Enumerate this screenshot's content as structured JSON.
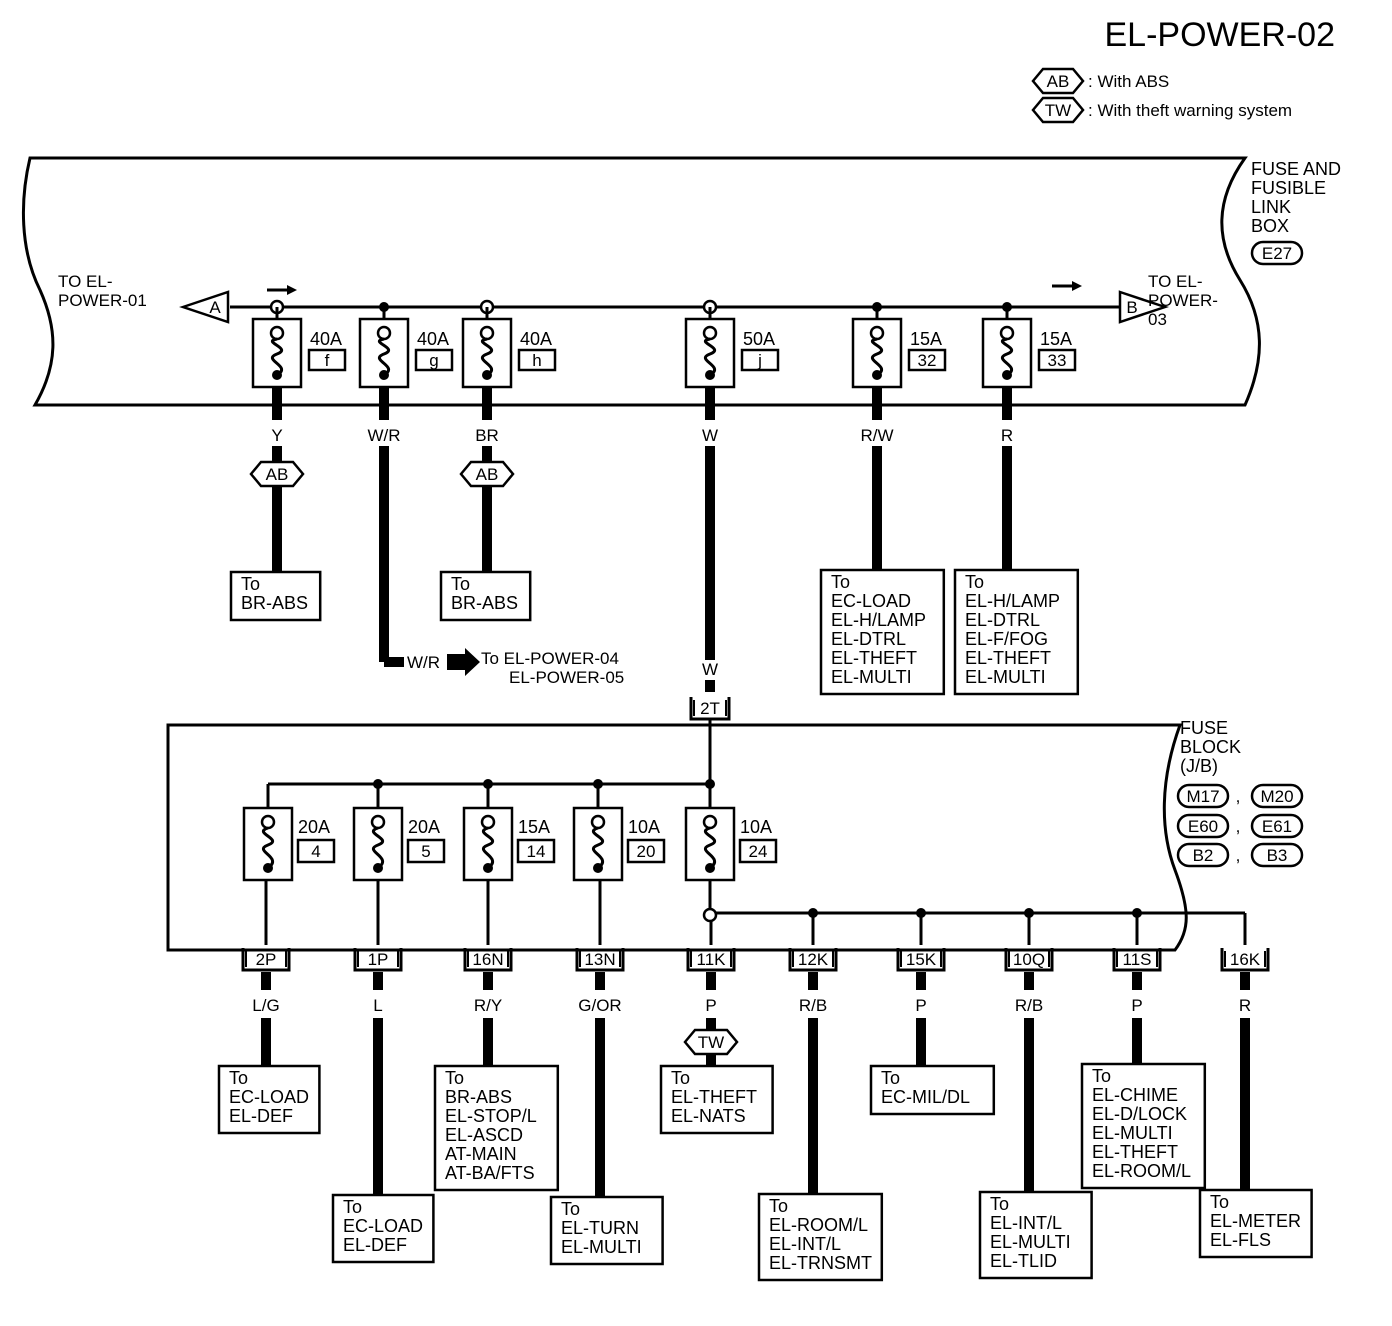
{
  "title": "EL-POWER-02",
  "legend": [
    {
      "code": "AB",
      "text": ": With ABS"
    },
    {
      "code": "TW",
      "text": ": With theft warning system"
    }
  ],
  "upper_box": {
    "name": [
      "FUSE AND",
      "FUSIBLE",
      "LINK",
      "BOX"
    ],
    "connector": "E27",
    "left_ref": {
      "letter": "A",
      "text": [
        "TO EL-",
        "POWER-01"
      ]
    },
    "right_ref": {
      "letter": "B",
      "text": [
        "TO EL-",
        "POWER-",
        "03"
      ]
    },
    "fuses": [
      {
        "amp": "40A",
        "id": "f",
        "wire": "Y",
        "cond": "AB",
        "target": [
          "To",
          "BR-ABS"
        ]
      },
      {
        "amp": "40A",
        "id": "g",
        "wire": "W/R",
        "cond": "",
        "target": []
      },
      {
        "amp": "40A",
        "id": "h",
        "wire": "BR",
        "cond": "AB",
        "target": [
          "To",
          "BR-ABS"
        ]
      },
      {
        "amp": "50A",
        "id": "j",
        "wire": "W",
        "cond": "",
        "target": []
      },
      {
        "amp": "15A",
        "id": "32",
        "wire": "R/W",
        "cond": "",
        "target": [
          "To",
          "EC-LOAD",
          "EL-H/LAMP",
          "EL-DTRL",
          "EL-THEFT",
          "EL-MULTI"
        ]
      },
      {
        "amp": "15A",
        "id": "33",
        "wire": "R",
        "cond": "",
        "target": [
          "To",
          "EL-H/LAMP",
          "EL-DTRL",
          "EL-F/FOG",
          "EL-THEFT",
          "EL-MULTI"
        ]
      }
    ],
    "wr_branch": {
      "wire": "W/R",
      "text": [
        "To EL-POWER-04",
        "EL-POWER-05"
      ]
    },
    "feed": {
      "wire": "W",
      "connector": "2T"
    }
  },
  "lower_box": {
    "name": [
      "FUSE",
      "BLOCK",
      "(J/B)"
    ],
    "connectors": [
      "M17",
      "M20",
      "E60",
      "E61",
      "B2",
      "B3"
    ],
    "fuses": [
      {
        "amp": "20A",
        "id": "4"
      },
      {
        "amp": "20A",
        "id": "5"
      },
      {
        "amp": "15A",
        "id": "14"
      },
      {
        "amp": "10A",
        "id": "20"
      },
      {
        "amp": "10A",
        "id": "24"
      }
    ],
    "outputs": [
      {
        "conn": "2P",
        "wire": "L/G",
        "cond": "",
        "target": [
          "To",
          "EC-LOAD",
          "EL-DEF"
        ]
      },
      {
        "conn": "1P",
        "wire": "L",
        "cond": "",
        "target": [
          "To",
          "EC-LOAD",
          "EL-DEF"
        ]
      },
      {
        "conn": "16N",
        "wire": "R/Y",
        "cond": "",
        "target": [
          "To",
          "BR-ABS",
          "EL-STOP/L",
          "EL-ASCD",
          "AT-MAIN",
          "AT-BA/FTS"
        ]
      },
      {
        "conn": "13N",
        "wire": "G/OR",
        "cond": "",
        "target": [
          "To",
          "EL-TURN",
          "EL-MULTI"
        ]
      },
      {
        "conn": "11K",
        "wire": "P",
        "cond": "TW",
        "target": [
          "To",
          "EL-THEFT",
          "EL-NATS"
        ]
      },
      {
        "conn": "12K",
        "wire": "R/B",
        "cond": "",
        "target": [
          "To",
          "EL-ROOM/L",
          "EL-INT/L",
          "EL-TRNSMT"
        ]
      },
      {
        "conn": "15K",
        "wire": "P",
        "cond": "",
        "target": [
          "To",
          "EC-MIL/DL"
        ]
      },
      {
        "conn": "10Q",
        "wire": "R/B",
        "cond": "",
        "target": [
          "To",
          "EL-INT/L",
          "EL-MULTI",
          "EL-TLID"
        ]
      },
      {
        "conn": "11S",
        "wire": "P",
        "cond": "",
        "target": [
          "To",
          "EL-CHIME",
          "EL-D/LOCK",
          "EL-MULTI",
          "EL-THEFT",
          "EL-ROOM/L"
        ]
      },
      {
        "conn": "16K",
        "wire": "R",
        "cond": "",
        "target": [
          "To",
          "EL-METER",
          "EL-FLS"
        ]
      }
    ]
  }
}
